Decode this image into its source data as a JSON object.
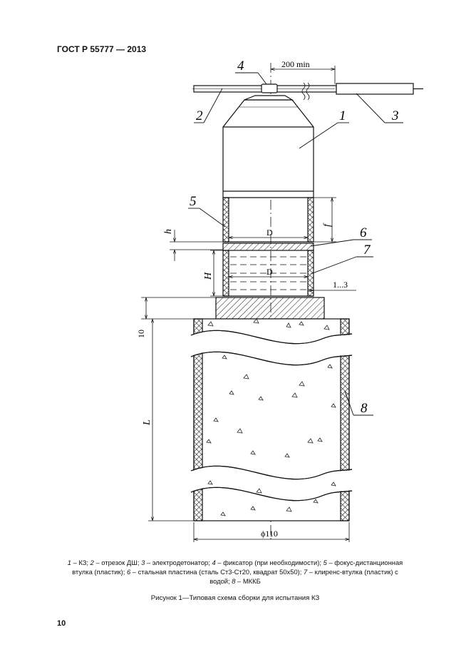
{
  "header": {
    "standard": "ГОСТ Р 55777 — 2013"
  },
  "figure": {
    "callouts": [
      "1",
      "2",
      "3",
      "4",
      "5",
      "6",
      "7",
      "8"
    ],
    "dimensions": {
      "top_distance": "200 min",
      "diameter_upper": "D",
      "diameter_lower": "D",
      "gap": "1...3",
      "offset": "10",
      "outer_diameter": "ϕ110",
      "h": "h",
      "f": "f",
      "H": "H",
      "L": "L"
    }
  },
  "legend": {
    "items": [
      {
        "num": "1",
        "text": " – КЗ; "
      },
      {
        "num": "2",
        "text": " – отрезок ДШ; "
      },
      {
        "num": "3",
        "text": " – электродетонатор; "
      },
      {
        "num": "4",
        "text": " – фиксатор (при необходимости); "
      },
      {
        "num": "5",
        "text": " – фокус-дистанционная втулка (пластик); "
      },
      {
        "num": "6",
        "text": " – стальная пластина (сталь Ст3-Ст20, квадрат 50x50); "
      },
      {
        "num": "7",
        "text": " – клиренс-втулка (пластик) с водой; "
      },
      {
        "num": "8",
        "text": " – МККБ"
      }
    ]
  },
  "caption": "Рисунок 1—Типовая схема сборки для испытания КЗ",
  "page_number": "10"
}
